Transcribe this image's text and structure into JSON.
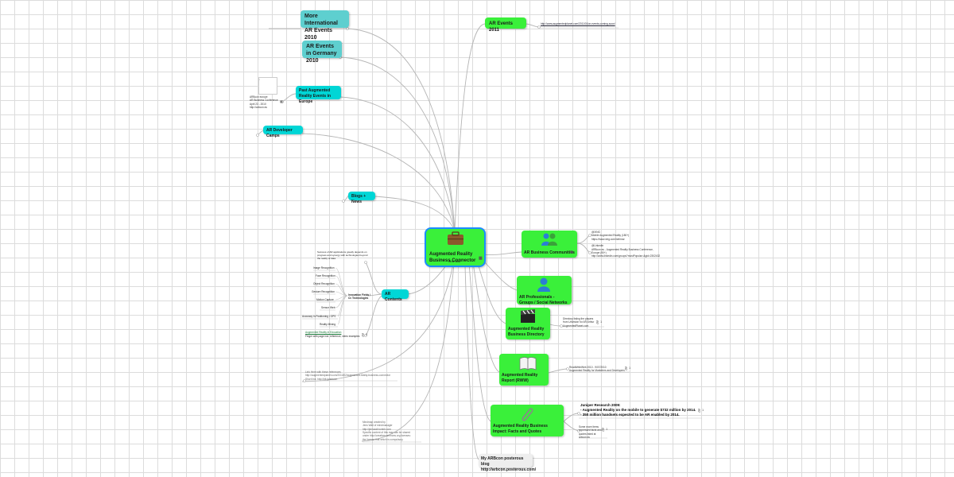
{
  "colors": {
    "teal": "#5ecfcf",
    "cyan": "#00d6d6",
    "green": "#3af03a",
    "center_border": "#1a8cff",
    "line": "#b5b5b5"
  },
  "central": {
    "label": "Augmented Reality Business Connector",
    "sublabel": "Jens Wall",
    "icon": "briefcase-icon"
  },
  "left_nodes": {
    "intl_events": "More International AR Events 2010",
    "germany_events": "AR Events in Germany 2010",
    "past_events": "Past Augmented Reality Events in Europe",
    "dev_camps": "AR Developer Camps",
    "blogs_news": "Blogs + News",
    "ar_contents": "AR Contents"
  },
  "past_events_note": "ARBcon europe\nAR Business Conference\nApril 23 - 2010\nhttp://arbcon.eu",
  "ar_contents": {
    "intro": "Success of AR applications greatly depends on progress and synergy with technologies beyond the reality of data",
    "innovation_label": "Innovation Fields / Cv Technologies",
    "fields": [
      "Image Recognition",
      "Face Recognition",
      "Object Recognition",
      "Gesture Recognition",
      "Motion Capture",
      "Sensor Web",
      "Accuracy in Positioning / GPS",
      "Reality Mining"
    ],
    "education_link": "Augmented Reality in Education",
    "education_sub": "Finger with page incl. reference, video examples",
    "education_count": "2"
  },
  "left_notes": {
    "related_links": "Link Here with these references\nhttp://augmentedplanet.com/2010/02/augmented-reality-business-connector\nShort link: http://bit.ly/arbcon",
    "bottom_note": "Mindmap created by\nJens Wall of mindmanager\nhttp://jenswall.tumblr.com\nSpecific content of this map can be shared\nunder http://creativecommons.org licenses:\nthe license that which is compulsory"
  },
  "right_nodes": {
    "ar_events_2011": "AR Events 2011",
    "ar_events_2011_url": "http://www.augmentedplanet.com/2011/01/ar-events-coming-soon/",
    "communities": "AR Business Communities",
    "communities_note": "@XING\nMobile Augmented Reality (180+)\nhttps://www.xing.com/net/mar\n\n@Linkedin\nARBcon.eu - Augmented Reality Business Conference,\nEurope (90+)\nhttp://www.linkedin.com/groups?mostPopular=&gid=2302432",
    "professionals": "AR Professionals - Groups / Social Networks",
    "directory": "Augmented Reality Business Directory",
    "directory_note": "Directory listing the players\nfrom Univision for AR Arthur\nAugmentedPlanet.com",
    "directory_count": "1",
    "report": "Augmented Reality Report (RWW)",
    "report_note": "ReadWriteWeb 2010 - 9/07/2010\nAugmented Reality for Marketers and Developers",
    "report_count": "1",
    "impact": "Augmented Reality Business Impact: Facts and Quotes",
    "juniper_title": "Juniper Research 2009:",
    "juniper_line1": "- Augmented Reality on the mobile to generate $732 million by 2014.",
    "juniper_line2": "- 350 million handsets expected to be AR enabled by 2014.",
    "juniper_count": "1",
    "quotes_note": "Some more items\nexpressed facts and\nquotes listed at\narbcon.eu",
    "quotes_count": "1",
    "blog_title": "My ARBcon posterous blog",
    "blog_url": "http://arbcon.posterous.com/"
  }
}
